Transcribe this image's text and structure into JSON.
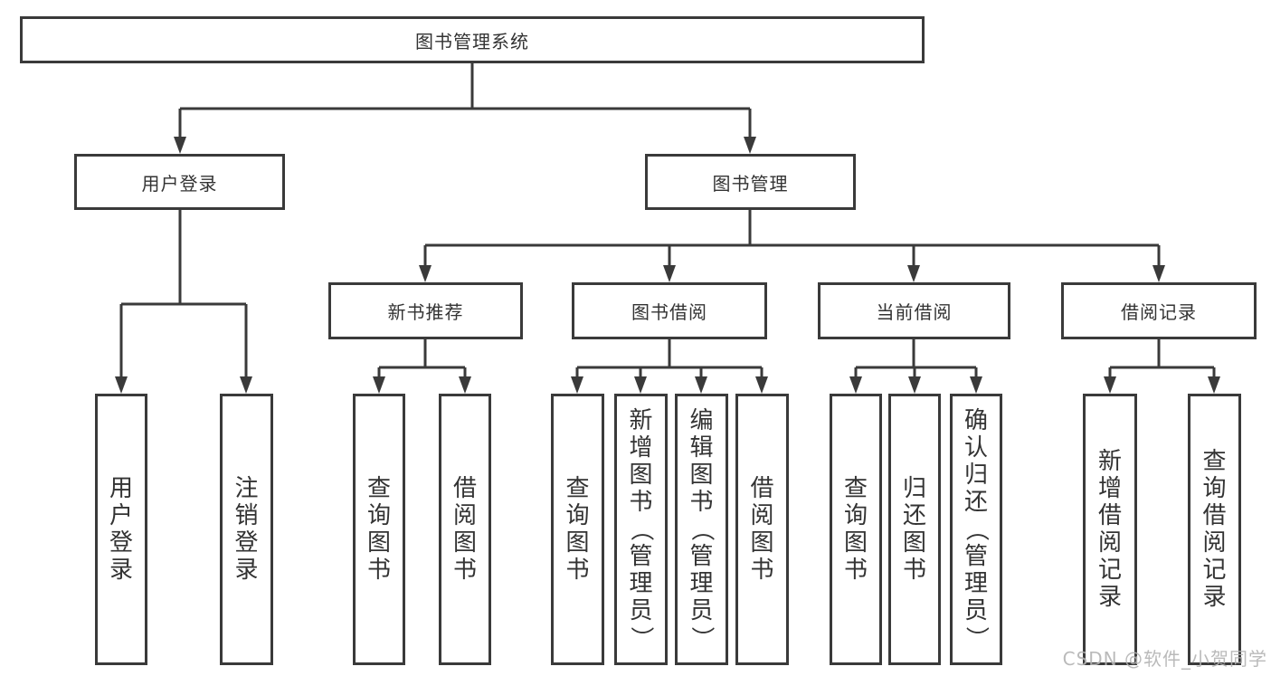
{
  "diagram": {
    "root": {
      "label": "图书管理系统"
    },
    "branches": [
      {
        "label": "用户登录",
        "children": [
          {
            "label": "用户登录"
          },
          {
            "label": "注销登录"
          }
        ]
      },
      {
        "label": "图书管理",
        "children": [
          {
            "label": "新书推荐",
            "children": [
              {
                "label": "查询图书"
              },
              {
                "label": "借阅图书"
              }
            ]
          },
          {
            "label": "图书借阅",
            "children": [
              {
                "label": "查询图书"
              },
              {
                "label": "新增图书（管理员）"
              },
              {
                "label": "编辑图书（管理员）"
              },
              {
                "label": "借阅图书"
              }
            ]
          },
          {
            "label": "当前借阅",
            "children": [
              {
                "label": "查询图书"
              },
              {
                "label": "归还图书"
              },
              {
                "label": "确认归还（管理员）"
              }
            ]
          },
          {
            "label": "借阅记录",
            "children": [
              {
                "label": "新增借阅记录"
              },
              {
                "label": "查询借阅记录"
              }
            ]
          }
        ]
      }
    ]
  },
  "watermark": {
    "text": "CSDN @软件_小贺同学"
  },
  "colors": {
    "line": "#3a3a3a",
    "text": "#333333",
    "watermark": "#b3b3b3",
    "background": "#ffffff"
  }
}
